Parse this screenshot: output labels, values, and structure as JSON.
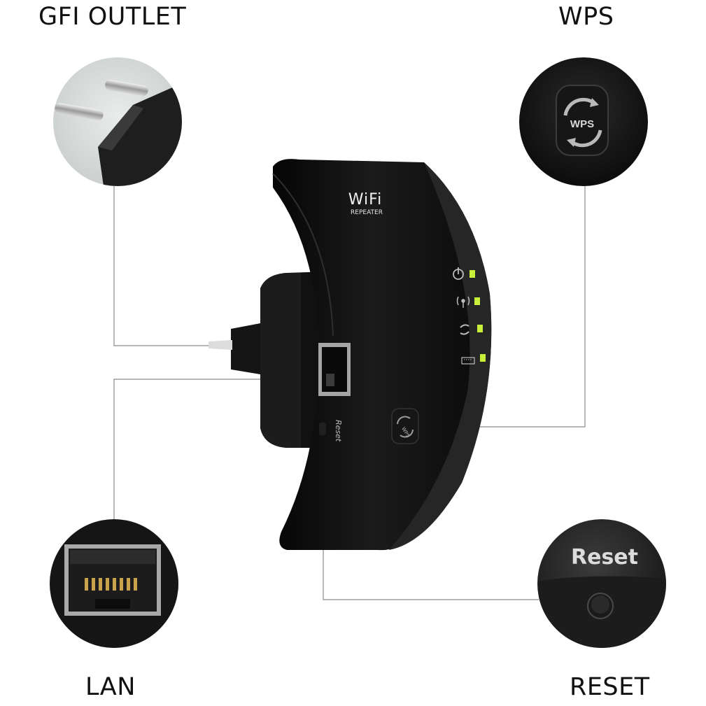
{
  "callouts": {
    "gfi_outlet": "GFI OUTLET",
    "wps": "WPS",
    "lan": "LAN",
    "reset": "RESET"
  },
  "device": {
    "brand_logo": "WiFi",
    "brand_sub": "REPEATER",
    "wps_button_text": "WPS",
    "reset_port_text": "Reset",
    "status_icons": [
      "power-icon",
      "wireless-signal-icon",
      "sync-icon",
      "lan-port-icon"
    ],
    "led_color": "#c8f03a"
  },
  "detail_views": {
    "wps_closeup_text": "WPS",
    "reset_closeup_text": "Reset"
  }
}
